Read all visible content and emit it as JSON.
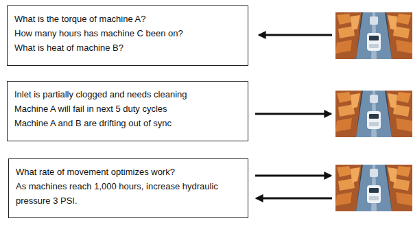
{
  "diagram": {
    "nodes": [
      {
        "text": [
          "What is the torque of machine A?",
          "How many hours has machine C been on?",
          "What is heat of machine B?"
        ]
      },
      {
        "text": [
          "Inlet is partially clogged and needs cleaning",
          "Machine A will fail in next 5 duty cycles",
          "Machine A and B are drifting out of sync"
        ]
      },
      {
        "text": [
          "What rate of movement optimizes work?",
          "As machines reach 1,000 hours, increase hydraulic pressure 3 PSI."
        ]
      }
    ]
  }
}
